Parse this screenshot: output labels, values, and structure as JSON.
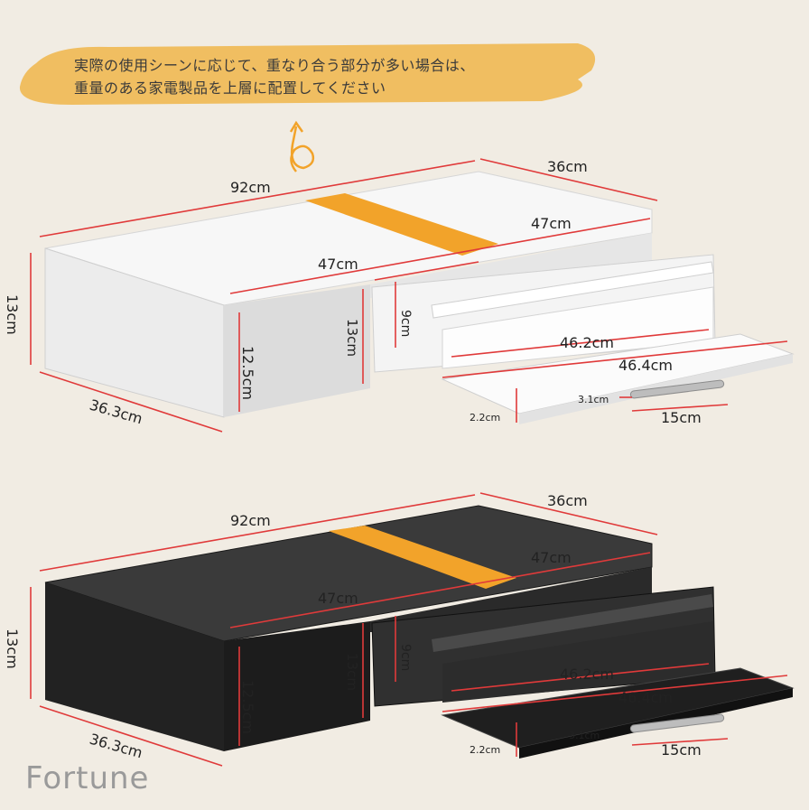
{
  "note": {
    "line1": "実際の使用シーンに応じて、重なり合う部分が多い場合は、",
    "line2": "重量のある家電製品を上層に配置してください"
  },
  "colors": {
    "background": "#f1ece3",
    "note_highlight": "#f0b64a",
    "accent_stripe": "#f2a32a",
    "dimension_line": "#e03a3a",
    "white_shelf": "#f7f7f7",
    "black_shelf": "#262626"
  },
  "white_shelf": {
    "length": "92cm",
    "depth": "36cm",
    "drawer_depth_top": "47cm",
    "drawer_width_front": "47cm",
    "height": "13cm",
    "inner_height": "12.5cm",
    "drawer_opening": "13cm",
    "drawer_height": "9cm",
    "drawer_inner": "46.2cm",
    "tray_width": "46.4cm",
    "handle_gap": "3.1cm",
    "tray_thickness": "2.2cm",
    "handle_width": "15cm",
    "base_depth": "36.3cm"
  },
  "black_shelf": {
    "length": "92cm",
    "depth": "36cm",
    "drawer_depth_top": "47cm",
    "drawer_width_front": "47cm",
    "height": "13cm",
    "inner_height": "12.5cm",
    "drawer_opening": "13cm",
    "drawer_height": "9cm",
    "drawer_inner": "46.2cm",
    "tray_width": "46.4cm",
    "handle_gap": "3.1cm",
    "tray_thickness": "2.2cm",
    "handle_width": "15cm",
    "base_depth": "36.3cm"
  },
  "brand": "Fortune"
}
